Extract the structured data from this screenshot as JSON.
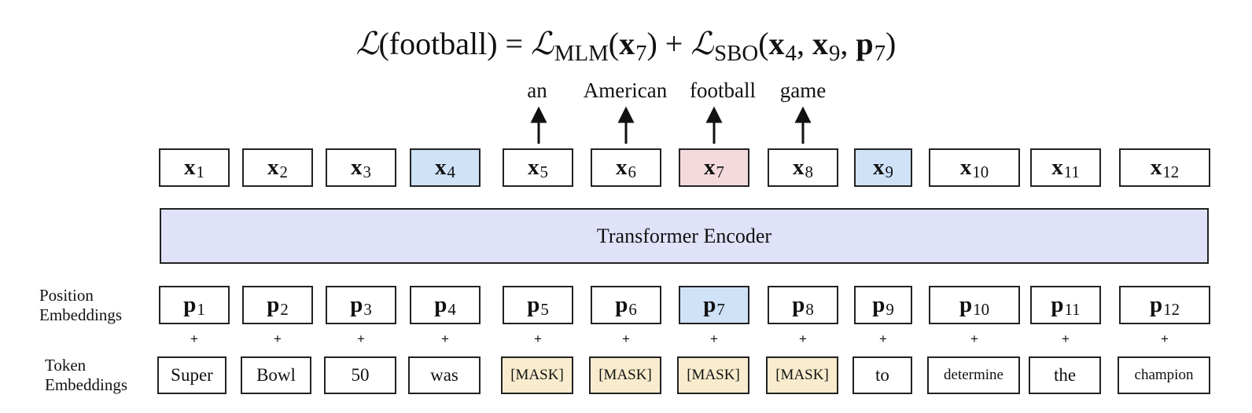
{
  "formula": {
    "lhs_symbol": "ℒ",
    "lhs_arg": "(football) = ",
    "mlm_symbol": "ℒ",
    "mlm_sub": "MLM",
    "mlm_open": "(",
    "mlm_x": "x",
    "mlm_x_sub": "7",
    "mlm_close": ") + ",
    "sbo_symbol": "ℒ",
    "sbo_sub": "SBO",
    "sbo_open": "(",
    "sbo_x1": "x",
    "sbo_x1_sub": "4",
    "sbo_sep1": ", ",
    "sbo_x2": "x",
    "sbo_x2_sub": "9",
    "sbo_sep2": ", ",
    "sbo_p": "p",
    "sbo_p_sub": "7",
    "sbo_close": ")"
  },
  "output_words": [
    "an",
    "American",
    "football",
    "game"
  ],
  "outputs": [
    {
      "sym": "x",
      "sub": "1",
      "highlight": "none"
    },
    {
      "sym": "x",
      "sub": "2",
      "highlight": "none"
    },
    {
      "sym": "x",
      "sub": "3",
      "highlight": "none"
    },
    {
      "sym": "x",
      "sub": "4",
      "highlight": "blue"
    },
    {
      "sym": "x",
      "sub": "5",
      "highlight": "none"
    },
    {
      "sym": "x",
      "sub": "6",
      "highlight": "none"
    },
    {
      "sym": "x",
      "sub": "7",
      "highlight": "pink"
    },
    {
      "sym": "x",
      "sub": "8",
      "highlight": "none"
    },
    {
      "sym": "x",
      "sub": "9",
      "highlight": "blue"
    },
    {
      "sym": "x",
      "sub": "10",
      "highlight": "none"
    },
    {
      "sym": "x",
      "sub": "11",
      "highlight": "none"
    },
    {
      "sym": "x",
      "sub": "12",
      "highlight": "none"
    }
  ],
  "encoder_label": "Transformer Encoder",
  "position_label": {
    "line1": "Position",
    "line2": "Embeddings"
  },
  "token_label": {
    "line1": "Token",
    "line2": "Embeddings"
  },
  "positions": [
    {
      "sym": "p",
      "sub": "1",
      "highlight": "none"
    },
    {
      "sym": "p",
      "sub": "2",
      "highlight": "none"
    },
    {
      "sym": "p",
      "sub": "3",
      "highlight": "none"
    },
    {
      "sym": "p",
      "sub": "4",
      "highlight": "none"
    },
    {
      "sym": "p",
      "sub": "5",
      "highlight": "none"
    },
    {
      "sym": "p",
      "sub": "6",
      "highlight": "none"
    },
    {
      "sym": "p",
      "sub": "7",
      "highlight": "blue"
    },
    {
      "sym": "p",
      "sub": "8",
      "highlight": "none"
    },
    {
      "sym": "p",
      "sub": "9",
      "highlight": "none"
    },
    {
      "sym": "p",
      "sub": "10",
      "highlight": "none"
    },
    {
      "sym": "p",
      "sub": "11",
      "highlight": "none"
    },
    {
      "sym": "p",
      "sub": "12",
      "highlight": "none"
    }
  ],
  "plus_sign": "+",
  "tokens": [
    {
      "text": "Super",
      "kind": "word"
    },
    {
      "text": "Bowl",
      "kind": "word"
    },
    {
      "text": "50",
      "kind": "word"
    },
    {
      "text": "was",
      "kind": "word"
    },
    {
      "text": "[MASK]",
      "kind": "mask"
    },
    {
      "text": "[MASK]",
      "kind": "mask"
    },
    {
      "text": "[MASK]",
      "kind": "mask"
    },
    {
      "text": "[MASK]",
      "kind": "mask"
    },
    {
      "text": "to",
      "kind": "word"
    },
    {
      "text": "determine",
      "kind": "small"
    },
    {
      "text": "the",
      "kind": "word"
    },
    {
      "text": "champion",
      "kind": "small"
    }
  ],
  "colors": {
    "blue_highlight": "#cfe2f8",
    "pink_highlight": "#f5dadd",
    "mask_fill": "#f9ecce",
    "encoder_fill": "#e0e2f9"
  }
}
